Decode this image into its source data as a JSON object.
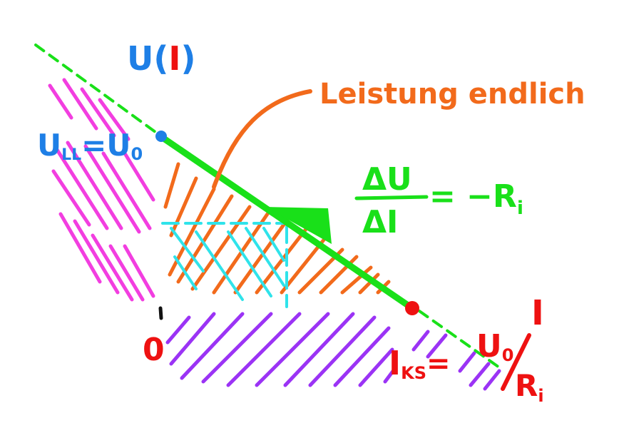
{
  "colors": {
    "blue": "#1e7fe6",
    "red": "#ee1111",
    "green": "#19e019",
    "orange": "#f26a1b",
    "magenta": "#f23ee0",
    "purple": "#9b33f5",
    "cyan": "#2fe3ea",
    "black": "#111111"
  },
  "labels": {
    "u_axis_prefix": "U(",
    "u_axis_var": "I",
    "u_axis_suffix": ")",
    "power_note": "Leistung endlich",
    "u_ll": "U",
    "u_ll_sub": "LL",
    "u_ll_eq": "=",
    "u_zero": "U",
    "u_zero_sub": "0",
    "slope_num": "ΔU",
    "slope_den": "ΔI",
    "slope_eq": "= −R",
    "slope_sub": "i",
    "i_axis": "I",
    "origin": "0",
    "i_ks": "I",
    "i_ks_sub": "KS",
    "i_ks_eq": "=",
    "i_ks_num": "U",
    "i_ks_num_sub": "0",
    "i_ks_den": "R",
    "i_ks_den_sub": "i"
  }
}
